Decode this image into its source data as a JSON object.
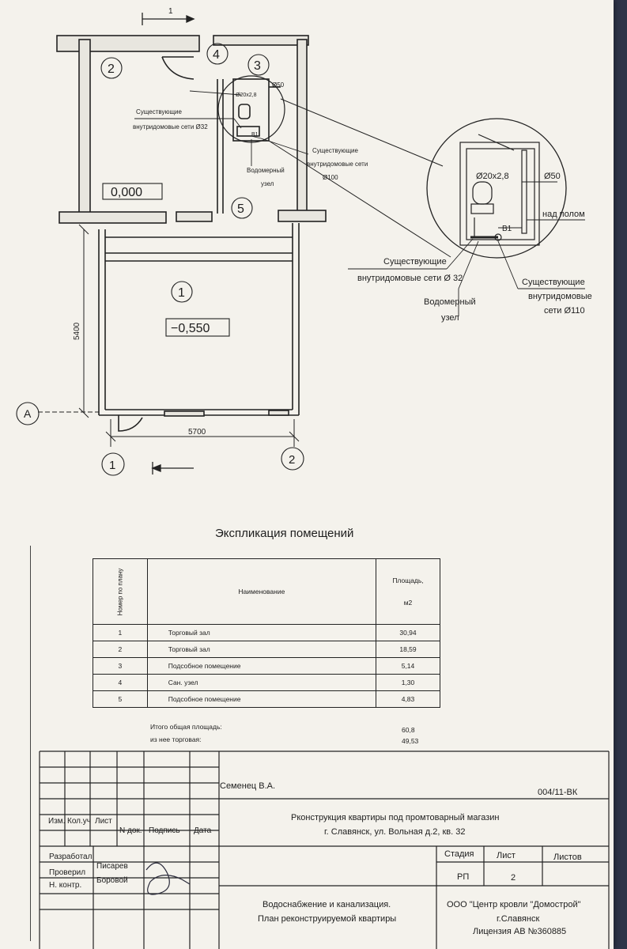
{
  "plan": {
    "section_marker_1": "1",
    "rooms": [
      "2",
      "3",
      "4",
      "5",
      "1"
    ],
    "level_room2": "0,000",
    "level_room1": "−0,550",
    "dim_vertical": "5400",
    "dim_horizontal": "5700",
    "axis_A": "A",
    "axis_1": "1",
    "axis_2": "2",
    "label_networks_32": [
      "Существующие",
      "внутридомовые сети Ø32"
    ],
    "label_pipe_20": "Ø20х2,8",
    "label_pipe_50": "Ø50",
    "label_b1": "B1",
    "label_networks_100": [
      "Существующие",
      "внутридомовые сети",
      "Ø100"
    ],
    "label_water_meter": [
      "Водомерный",
      "узел"
    ]
  },
  "detail": {
    "pipe_20": "Ø20х2,8",
    "pipe_50": "Ø50",
    "above_floor": "над полом",
    "b1": "B1",
    "networks_32": [
      "Существующие",
      "внутридомовые сети Ø 32"
    ],
    "networks_110": [
      "Существующие",
      "внутридомовые",
      "сети Ø110"
    ],
    "water_meter": [
      "Водомерный",
      "узел"
    ]
  },
  "explication": {
    "title": "Экспликация помещений",
    "header_number": "Номер по плану",
    "header_name": "Наименование",
    "header_area": [
      "Площадь,",
      "м2"
    ],
    "rows": [
      {
        "num": "1",
        "name": "Торговый зал",
        "area": "30,94"
      },
      {
        "num": "2",
        "name": "Торговый зал",
        "area": "18,59"
      },
      {
        "num": "3",
        "name": "Подсобное помещение",
        "area": "5,14"
      },
      {
        "num": "4",
        "name": "Сан. узел",
        "area": "1,30"
      },
      {
        "num": "5",
        "name": "Подсобное помещение",
        "area": "4,83"
      }
    ],
    "total_label": "Итого общая площадь:",
    "total_value": "60,8",
    "trade_label": "из нее торговая:",
    "trade_value": "49,53"
  },
  "stamp": {
    "author": "Семенец В.А.",
    "code": "004/11-ВК",
    "project": "Рконструкция квартиры под промтоварный магазин",
    "address": "г. Славянск, ул. Вольная д.2, кв. 32",
    "col_izm": "Изм.",
    "col_kolich": "Кол.уч",
    "col_list": "Лист",
    "col_ndok": "N док.",
    "col_podpis": "Подпись",
    "col_data": "Дата",
    "role_dev": "Разработал",
    "role_check": "Проверил",
    "role_norm": "Н. контр.",
    "name_dev": "Писарев",
    "name_check": "Боровой",
    "stage_h": "Стадия",
    "list_h": "Лист",
    "lists_h": "Листов",
    "stage_v": "РП",
    "list_v": "2",
    "lists_v": "",
    "sheet_title": [
      "Водоснабжение и канализация.",
      "План реконструируемой квартиры"
    ],
    "org": [
      "ООО \"Центр кровли \"Домострой\"",
      "г.Славянск",
      "Лицензия АВ №360885"
    ]
  }
}
